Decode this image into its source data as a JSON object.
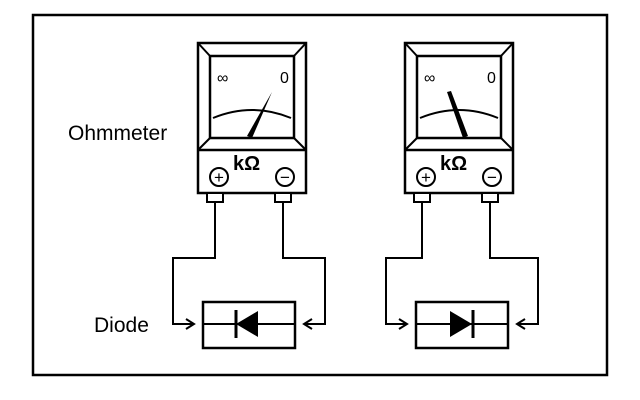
{
  "labels": {
    "ohmmeter": "Ohmmeter",
    "diode": "Diode"
  },
  "meters": [
    {
      "scale_left": "∞",
      "scale_right": "0",
      "unit": "kΩ",
      "plus_symbol": "+",
      "minus_symbol": "−"
    },
    {
      "scale_left": "∞",
      "scale_right": "0",
      "unit": "kΩ",
      "plus_symbol": "+",
      "minus_symbol": "−"
    }
  ],
  "diodes": [
    {
      "orientation": "pointing-left"
    },
    {
      "orientation": "pointing-right"
    }
  ],
  "colors": {
    "line": "#000000",
    "background": "#ffffff"
  }
}
